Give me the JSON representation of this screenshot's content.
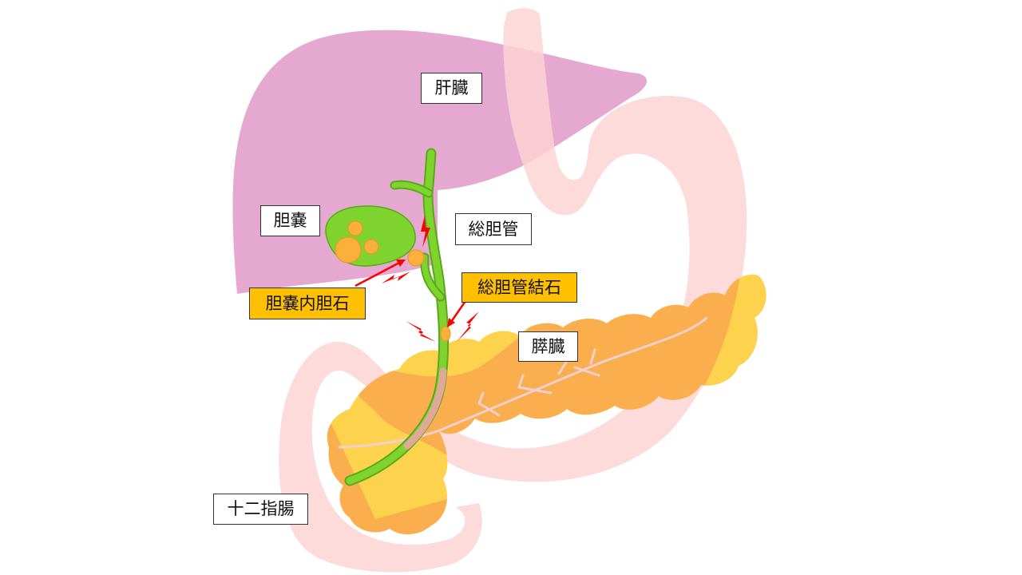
{
  "labels": {
    "liver": "肝臓",
    "gallbladder": "胆嚢",
    "common_bile_duct": "総胆管",
    "gallbladder_stone": "胆嚢内胆石",
    "common_bile_duct_stone": "総胆管結石",
    "pancreas": "膵臓",
    "duodenum": "十二指腸"
  },
  "colors": {
    "liver": "#e5a8d0",
    "stomach": "#fcd3d3",
    "pancreas_base": "#fdd34e",
    "pancreas_overlap": "#fbae4d",
    "bile_duct": "#7fd32f",
    "stone": "#fbb03b",
    "highlight_label": "#ffc000",
    "pain_marker": "#ff0000"
  }
}
